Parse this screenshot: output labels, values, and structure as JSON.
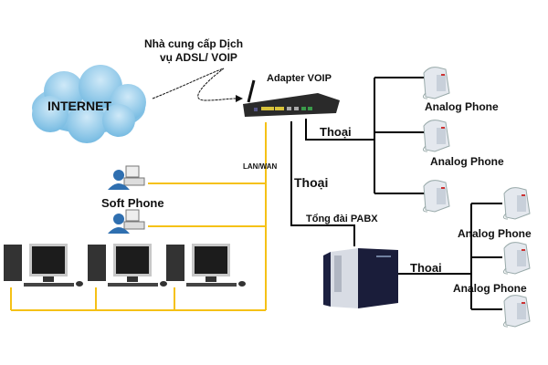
{
  "diagram": {
    "title_hidden": "",
    "cloud": {
      "label": "INTERNET",
      "color": "#8ec9ea"
    },
    "provider_label": {
      "line1": "Nhà cung cấp Dịch",
      "line2": "vụ ADSL/ VOIP"
    },
    "adapter": {
      "label": "Adapter VOIP"
    },
    "lan_label": "LAN/WAN",
    "soft_phone_label": "Soft Phone",
    "voice_labels": [
      "Thoại",
      "Thoại",
      "Thoại"
    ],
    "pabx_label": "Tổng đài PABX",
    "analog_phone_labels": [
      "Analog Phone",
      "Analog Phone",
      "Analog Phone",
      "Analog Phone"
    ],
    "colors": {
      "lan_wire": "#f5c116",
      "phone_wire": "#000000",
      "text": "#111111"
    }
  }
}
